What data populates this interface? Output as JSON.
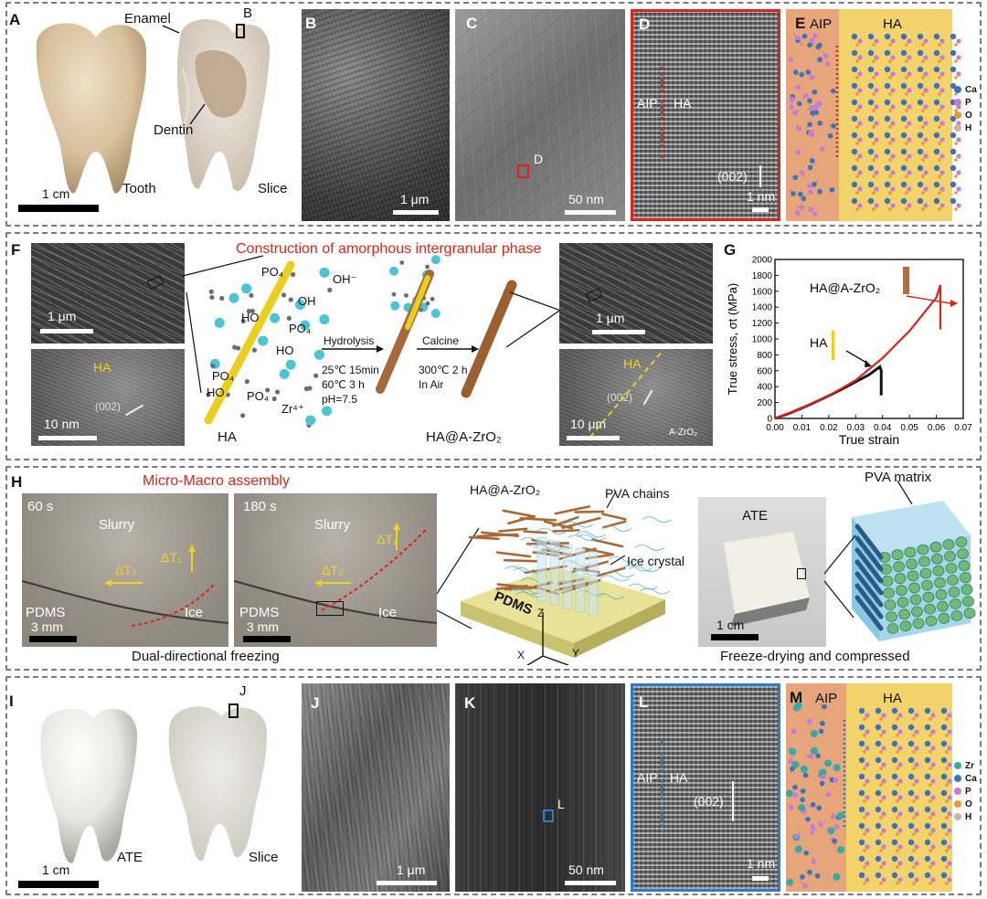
{
  "rows": {
    "A": {
      "letter": "A",
      "enamel": "Enamel",
      "box": "B",
      "dentin": "Dentin",
      "tooth": "Tooth",
      "slice": "Slice",
      "scale": "1 cm"
    },
    "B": {
      "letter": "B",
      "scale": "1 μm"
    },
    "C": {
      "letter": "C",
      "box": "D",
      "scale": "50 nm"
    },
    "D": {
      "letter": "D",
      "aip": "AIP",
      "ha": "HA",
      "plane": "(002)",
      "scale": "1 nm"
    },
    "E": {
      "letter": "E",
      "aip": "AIP",
      "ha": "HA",
      "legend": [
        "Ca",
        "P",
        "O",
        "H"
      ]
    },
    "F": {
      "letter": "F",
      "title": "Construction of amorphous intergranular phase",
      "sem_scale": "1 μm",
      "tem_ha": "HA",
      "tem_plane": "(002)",
      "tem_scale": "10 nm",
      "ion_po4": "PO₄",
      "ion_oh": "OH⁻",
      "ion_oh2": "OH",
      "ion_ho": "HO",
      "ion_po4b": "PO₄",
      "ion_ho2": "HO",
      "ion_po4c": "PO₄",
      "ion_ho3": "HO",
      "ion_po4d": "PO₄",
      "ion_zr": "Zr⁴⁺",
      "ha_label": "HA",
      "step1": "Hydrolysis",
      "cond1a": "25℃ 15min",
      "cond1b": "60℃ 3 h",
      "cond1c": "pH=7.5",
      "step2": "Calcine",
      "cond2a": "300℃ 2 h",
      "cond2b": "In Air",
      "product": "HA@A-ZrO₂",
      "sem2_scale": "1 μm",
      "tem2_ha": "HA",
      "tem2_plane": "(002)",
      "tem2_scale": "10 μm",
      "tem2_azro": "A-ZrO₂"
    },
    "G": {
      "letter": "G"
    },
    "H": {
      "letter": "H",
      "title": "Micro-Macro assembly",
      "p1_time": "60 s",
      "p1_slurry": "Slurry",
      "p1_t1": "ΔT₁",
      "p1_t2": "ΔT₂",
      "p1_pdms": "PDMS",
      "p1_ice": "Ice",
      "p1_scale": "3 mm",
      "p2_time": "180 s",
      "p2_slurry": "Slurry",
      "p2_t1": "ΔT₁",
      "p2_t2": "ΔT₂",
      "p2_pdms": "PDMS",
      "p2_ice": "Ice",
      "p2_scale": "3 mm",
      "caption1": "Dual-directional freezing",
      "scheme_haz": "HA@A-ZrO₂",
      "scheme_pva": "PVA chains",
      "scheme_ice": "Ice crystal",
      "scheme_pdms": "PDMS",
      "ax_x": "X",
      "ax_y": "Y",
      "ax_z": "Z",
      "ate": "ATE",
      "ate_scale": "1 cm",
      "pva_matrix": "PVA matrix",
      "caption2": "Freeze-drying and compressed"
    },
    "I": {
      "letter": "I",
      "box": "J",
      "ate": "ATE",
      "slice": "Slice",
      "scale": "1 cm"
    },
    "J": {
      "letter": "J",
      "scale": "1 μm"
    },
    "K": {
      "letter": "K",
      "box": "L",
      "scale": "50 nm"
    },
    "L": {
      "letter": "L",
      "aip": "AIP",
      "ha": "HA",
      "plane": "(002)",
      "scale": "1 nm"
    },
    "M": {
      "letter": "M",
      "aip": "AIP",
      "ha": "HA",
      "legend": [
        "Zr",
        "Ca",
        "P",
        "O",
        "H"
      ]
    }
  },
  "colors": {
    "Zr": "#39a9a3",
    "Ca": "#3e73b8",
    "P": "#c77ad8",
    "O": "#e39a34",
    "H": "#c9b3a4",
    "aip_bg": "#e6a57a",
    "ha_bg": "#f3d36b",
    "red": "#d9251c",
    "blue": "#2a7cc4"
  },
  "chart_data": {
    "type": "line",
    "xlabel": "True strain",
    "ylabel": "True stress, σt (MPa)",
    "xlim": [
      0,
      0.07
    ],
    "ylim": [
      0,
      2000
    ],
    "xticks": [
      "0.00",
      "0.01",
      "0.02",
      "0.03",
      "0.04",
      "0.05",
      "0.06",
      "0.07"
    ],
    "yticks": [
      "0",
      "200",
      "400",
      "600",
      "800",
      "1000",
      "1200",
      "1400",
      "1600",
      "1800",
      "2000"
    ],
    "series": [
      {
        "name": "HA",
        "color": "#111111",
        "x": [
          0,
          0.005,
          0.01,
          0.015,
          0.02,
          0.025,
          0.03,
          0.035,
          0.039,
          0.0395,
          0.0395,
          0.0395
        ],
        "y": [
          0,
          60,
          130,
          205,
          285,
          370,
          460,
          550,
          650,
          600,
          300,
          290
        ]
      },
      {
        "name": "HA@A-ZrO₂",
        "color": "#d9251c",
        "x": [
          0,
          0.01,
          0.02,
          0.03,
          0.04,
          0.05,
          0.06,
          0.0615,
          0.0615,
          0.0615
        ],
        "y": [
          0,
          130,
          285,
          480,
          760,
          1100,
          1520,
          1680,
          1320,
          1120
        ]
      }
    ]
  }
}
